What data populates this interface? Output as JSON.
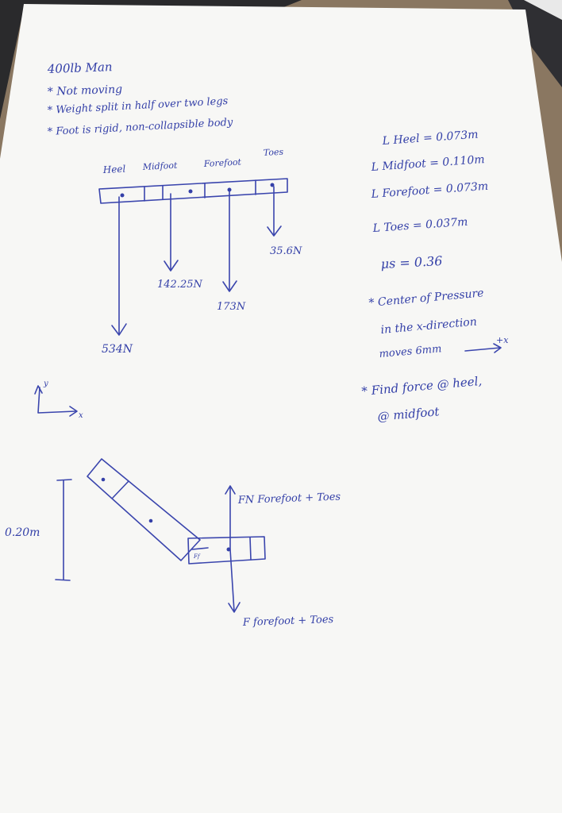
{
  "notes": {
    "title": "400lb Man",
    "bullet1": "* Not moving",
    "bullet2": "* Weight split in half over two legs",
    "bullet3": "* Foot is rigid, non-collapsible body"
  },
  "foot_labels": {
    "heel": "Heel",
    "midfoot": "Midfoot",
    "forefoot": "Forefoot",
    "toes": "Toes"
  },
  "forces": {
    "heel": "534N",
    "midfoot": "142.25N",
    "forefoot": "173N",
    "toes": "35.6N"
  },
  "axes": {
    "y": "y",
    "x": "x"
  },
  "lengths": {
    "heel": "L Heel = 0.073m",
    "midfoot": "L Midfoot = 0.110m",
    "forefoot": "L Forefoot = 0.073m",
    "toes": "L Toes = 0.037m"
  },
  "friction": "μs = 0.36",
  "cop": {
    "line1": "* Center of Pressure",
    "line2": "in the x-direction",
    "line3": "moves 6mm",
    "arrow_label": "+x"
  },
  "task": {
    "line1": "* Find force @ heel,",
    "line2": "@ midfoot"
  },
  "lower_diagram": {
    "height": "0.20m",
    "fn_label": "FN Forefoot + Toes",
    "small_label": "Ff",
    "f_label": "F forefoot + Toes"
  },
  "colors": {
    "ink": "#3440a8",
    "paper": "#f7f7f5",
    "table": "#8a7761"
  }
}
